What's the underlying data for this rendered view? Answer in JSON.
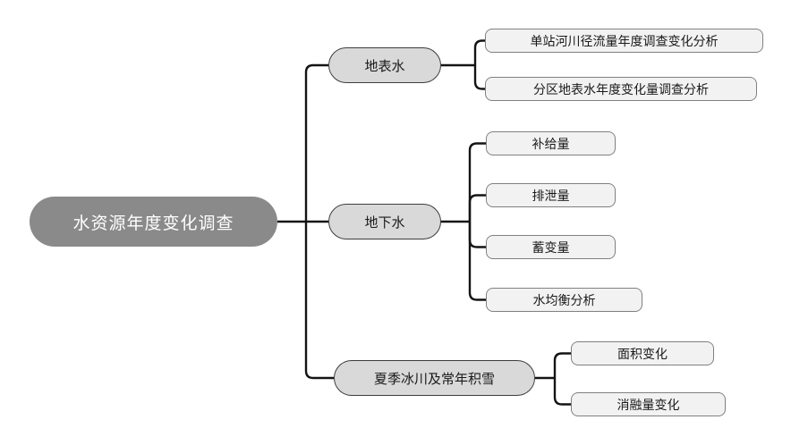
{
  "diagram": {
    "root": {
      "label": "水资源年度变化调查"
    },
    "branches": [
      {
        "label": "地表水",
        "children": [
          {
            "label": "单站河川径流量年度调查变化分析"
          },
          {
            "label": "分区地表水年度变化量调查分析"
          }
        ]
      },
      {
        "label": "地下水",
        "children": [
          {
            "label": "补给量"
          },
          {
            "label": "排泄量"
          },
          {
            "label": "蓄变量"
          },
          {
            "label": "水均衡分析"
          }
        ]
      },
      {
        "label": "夏季冰川及常年积雪",
        "children": [
          {
            "label": "面积变化"
          },
          {
            "label": "消融量变化"
          }
        ]
      }
    ],
    "colors": {
      "background": "#ffffff",
      "root_fill": "#8a8a8a",
      "root_text": "#ffffff",
      "branch_fill": "#d9d9d9",
      "branch_border": "#3d3d3d",
      "leaf_fill": "#f2f2f2",
      "leaf_border": "#808080",
      "connector_line": "#141414"
    }
  }
}
